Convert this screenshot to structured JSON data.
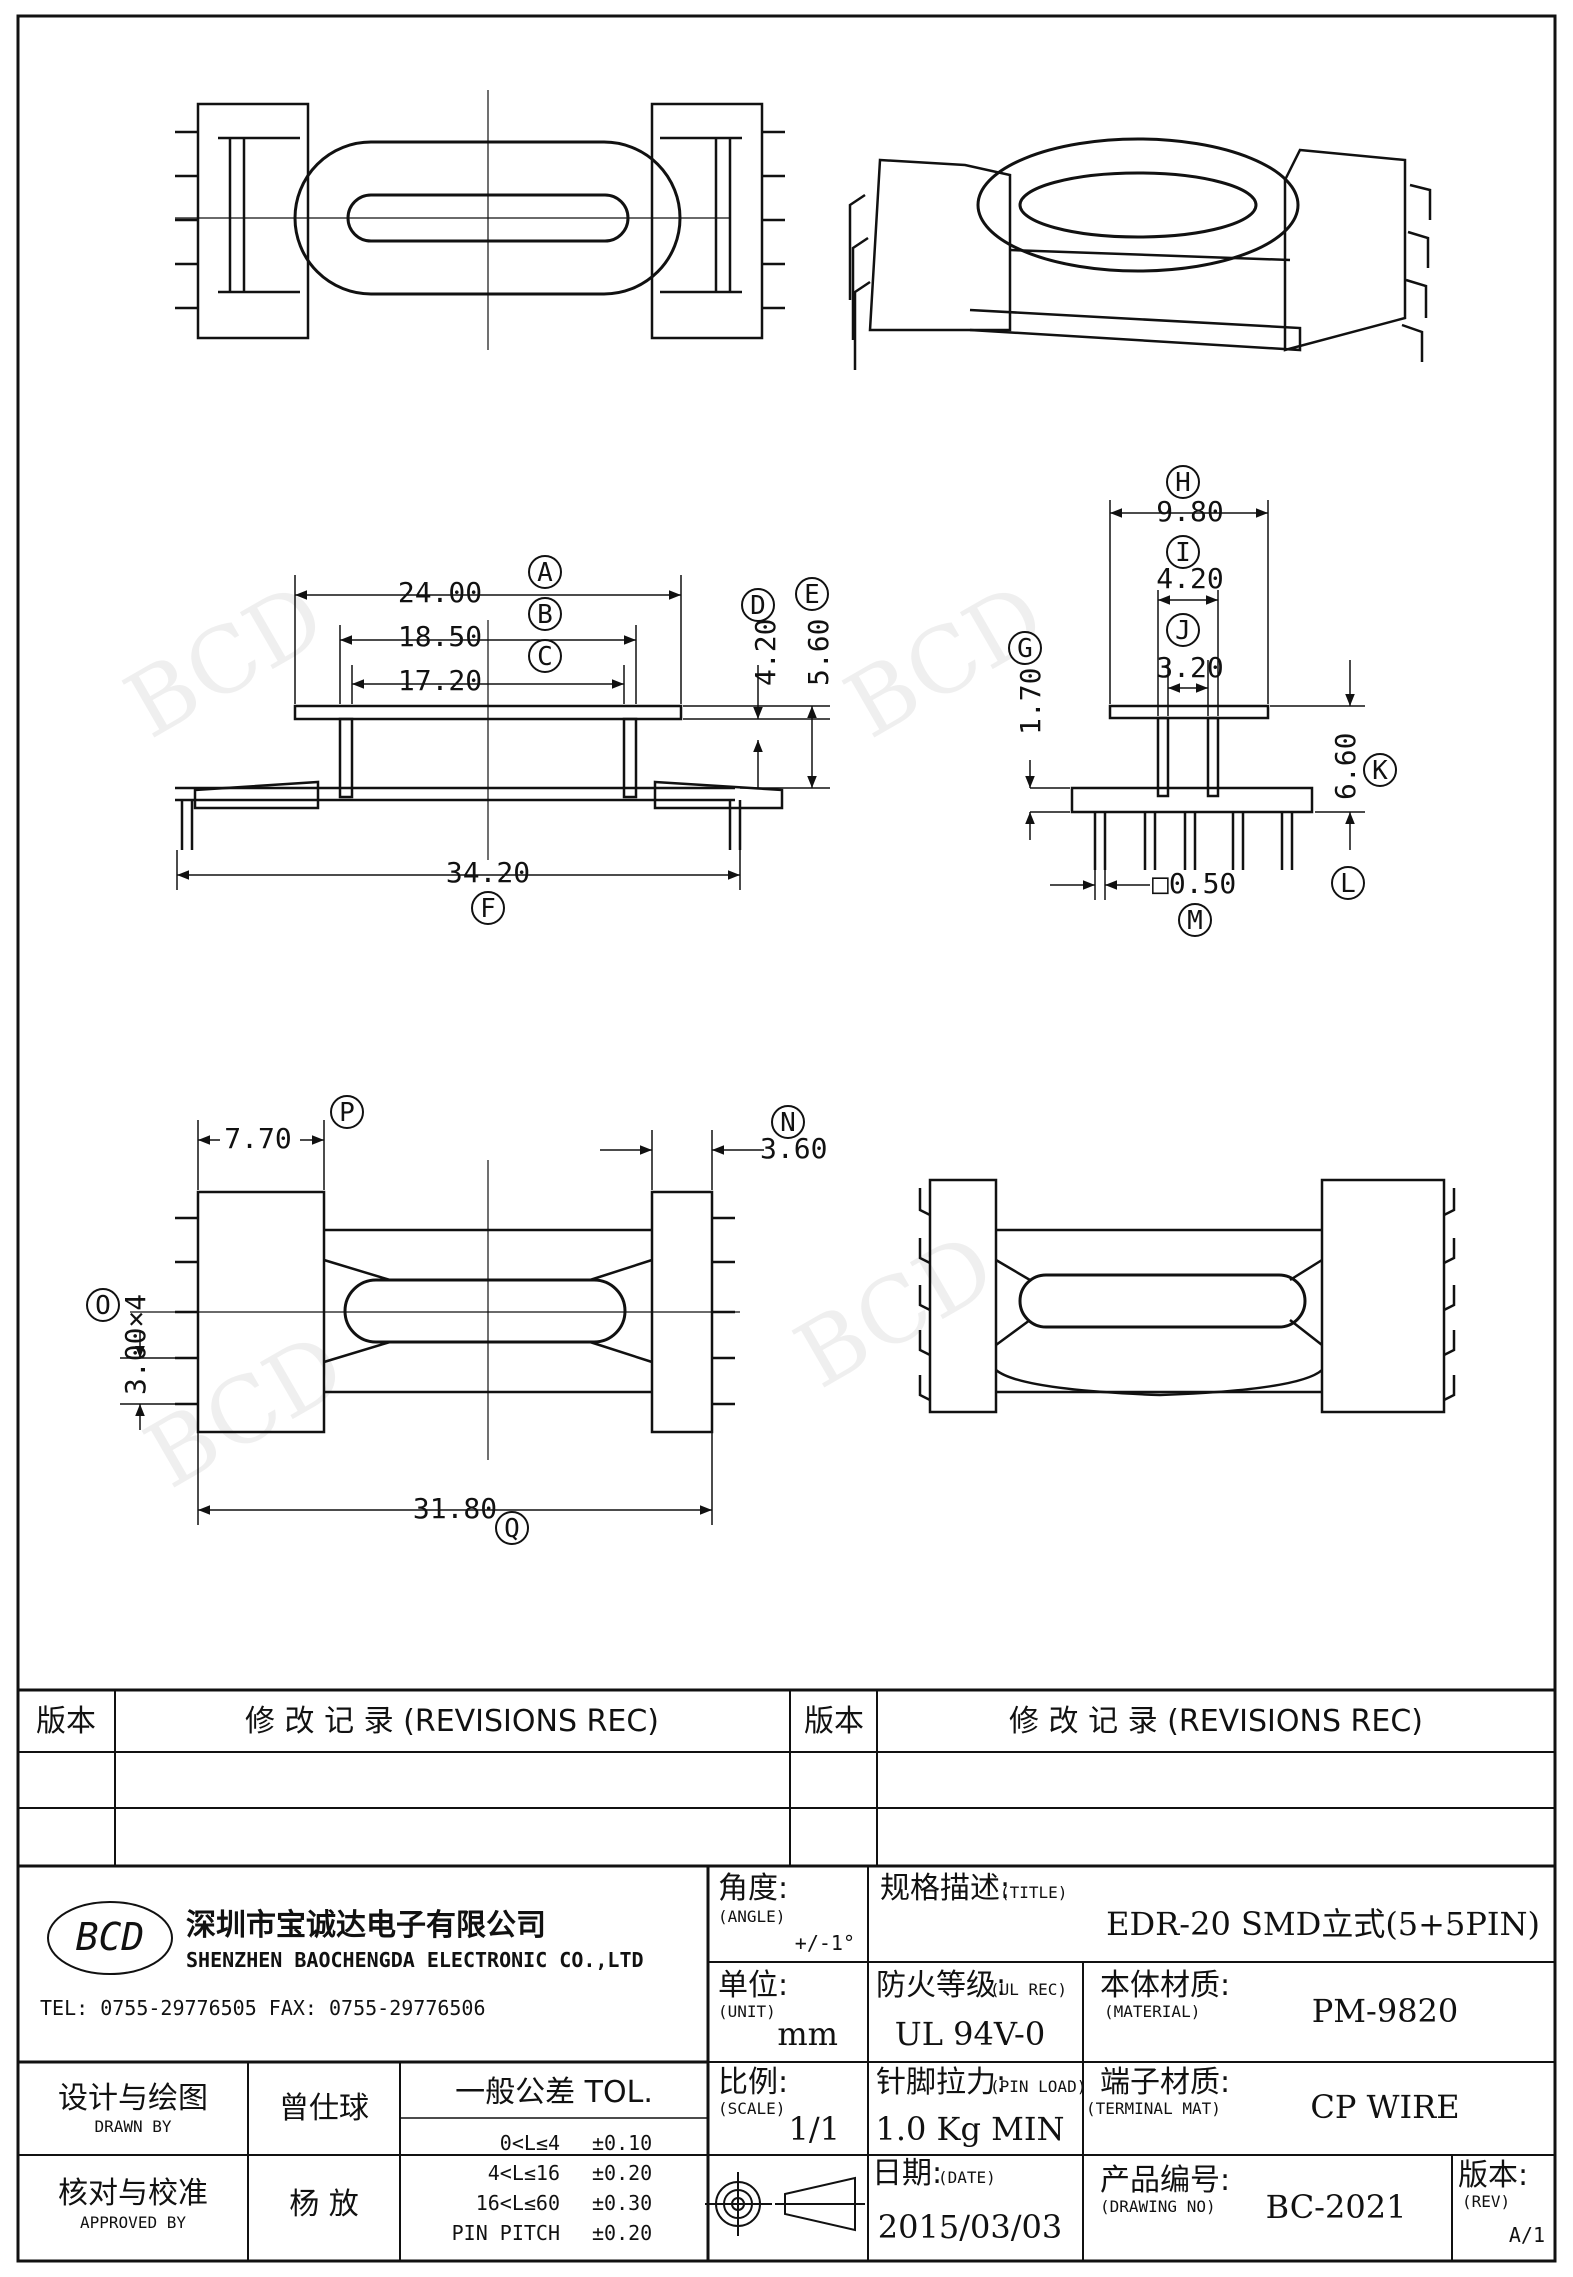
{
  "dimensions": {
    "A": {
      "letter": "A",
      "value": "24.00"
    },
    "B": {
      "letter": "B",
      "value": "18.50"
    },
    "C": {
      "letter": "C",
      "value": "17.20"
    },
    "D": {
      "letter": "D",
      "value": "4.20"
    },
    "E": {
      "letter": "E",
      "value": "5.60"
    },
    "F": {
      "letter": "F",
      "value": "34.20"
    },
    "G": {
      "letter": "G",
      "value": "1.70"
    },
    "H": {
      "letter": "H",
      "value": "9.80"
    },
    "I": {
      "letter": "I",
      "value": "4.20"
    },
    "J": {
      "letter": "J",
      "value": "3.20"
    },
    "K": {
      "letter": "K",
      "value": "6.60"
    },
    "L": {
      "letter": "L",
      "value": ""
    },
    "M": {
      "letter": "M",
      "value": "□0.50"
    },
    "N": {
      "letter": "N",
      "value": "3.60"
    },
    "O": {
      "letter": "O",
      "value": "3.00×4"
    },
    "P": {
      "letter": "P",
      "value": "7.70"
    },
    "Q": {
      "letter": "Q",
      "value": "31.80"
    }
  },
  "revisions": {
    "left_version_header": "版本",
    "left_record_header": "修 改 记 录  (REVISIONS REC)",
    "right_version_header": "版本",
    "right_record_header": "修 改 记 录  (REVISIONS REC)"
  },
  "company": {
    "logo_text": "BCD",
    "name_cn": "深圳市宝诚达电子有限公司",
    "name_en": "SHENZHEN BAOCHENGDA ELECTRONIC CO.,LTD",
    "tel_fax": "TEL: 0755-29776505  FAX: 0755-29776506"
  },
  "title_block": {
    "angle_label": "角度:",
    "angle_en": "(ANGLE)",
    "angle_value": "+/-1°",
    "title_label": "规格描述:",
    "title_en": "(TITLE)",
    "title_value": "EDR-20 SMD立式(5+5PIN)",
    "unit_label": "单位:",
    "unit_en": "(UNIT)",
    "unit_value": "mm",
    "ul_label": "防火等级:",
    "ul_en": "(UL REC)",
    "ul_value": "UL 94V-0",
    "material_label": "本体材质:",
    "material_en": "(MATERIAL)",
    "material_value": "PM-9820",
    "scale_label": "比例:",
    "scale_en": "(SCALE)",
    "scale_value": "1/1",
    "pin_load_label": "针脚拉力:",
    "pin_load_en": "(PIN LOAD)",
    "pin_load_value": "1.0 Kg MIN",
    "terminal_label": "端子材质:",
    "terminal_en": "(TERMINAL MAT)",
    "terminal_value": "CP WIRE",
    "date_label": "日期:",
    "date_en": "(DATE)",
    "date_value": "2015/03/03",
    "drawing_no_label": "产品编号:",
    "drawing_no_en": "(DRAWING NO)",
    "drawing_no_value": "BC-2021",
    "rev_label": "版本:",
    "rev_en": "(REV)",
    "rev_value": "A/1"
  },
  "signoff": {
    "drawn_label": "设计与绘图",
    "drawn_en": "DRAWN BY",
    "drawn_name": "曾仕球",
    "approved_label": "核对与校准",
    "approved_en": "APPROVED BY",
    "approved_name": "杨  放"
  },
  "tolerance": {
    "header": "一般公差 TOL.",
    "rows": [
      {
        "range": "0<L≤4",
        "tol": "±0.10"
      },
      {
        "range": "4<L≤16",
        "tol": "±0.20"
      },
      {
        "range": "16<L≤60",
        "tol": "±0.30"
      },
      {
        "range": "PIN PITCH",
        "tol": "±0.20"
      }
    ]
  },
  "colors": {
    "line": "#111111",
    "paper": "#ffffff"
  }
}
